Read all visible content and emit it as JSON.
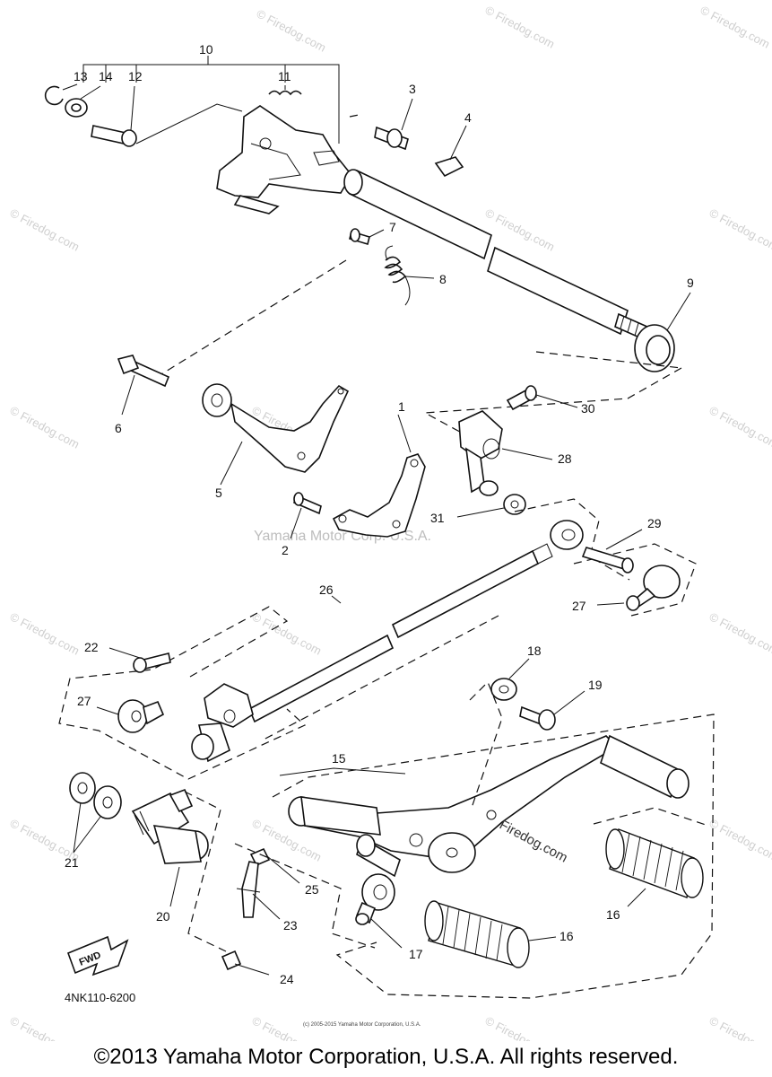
{
  "watermark": {
    "brand": "© Firedog.com",
    "center": "Yamaha Motor Corp. U.S.A."
  },
  "callouts": {
    "p1": "1",
    "p2": "2",
    "p3": "3",
    "p4": "4",
    "p5": "5",
    "p6": "6",
    "p7": "7",
    "p8": "8",
    "p9": "9",
    "p10": "10",
    "p11": "11",
    "p12": "12",
    "p13": "13",
    "p14": "14",
    "p15": "15",
    "p16a": "16",
    "p16b": "16",
    "p17": "17",
    "p18": "18",
    "p19": "19",
    "p20": "20",
    "p21": "21",
    "p22": "22",
    "p23": "23",
    "p24": "24",
    "p25": "25",
    "p26": "26",
    "p27a": "27",
    "p27b": "27",
    "p28": "28",
    "p29": "29",
    "p30": "30",
    "p31": "31"
  },
  "fwd_label": "FWD",
  "part_code": "4NK110-6200",
  "small_note": "(c) 2005-2015 Yamaha Motor Corporation, U.S.A.",
  "pedal_watermark": "Firedog.com",
  "copyright": "©2013 Yamaha Motor Corporation, U.S.A. All rights reserved."
}
